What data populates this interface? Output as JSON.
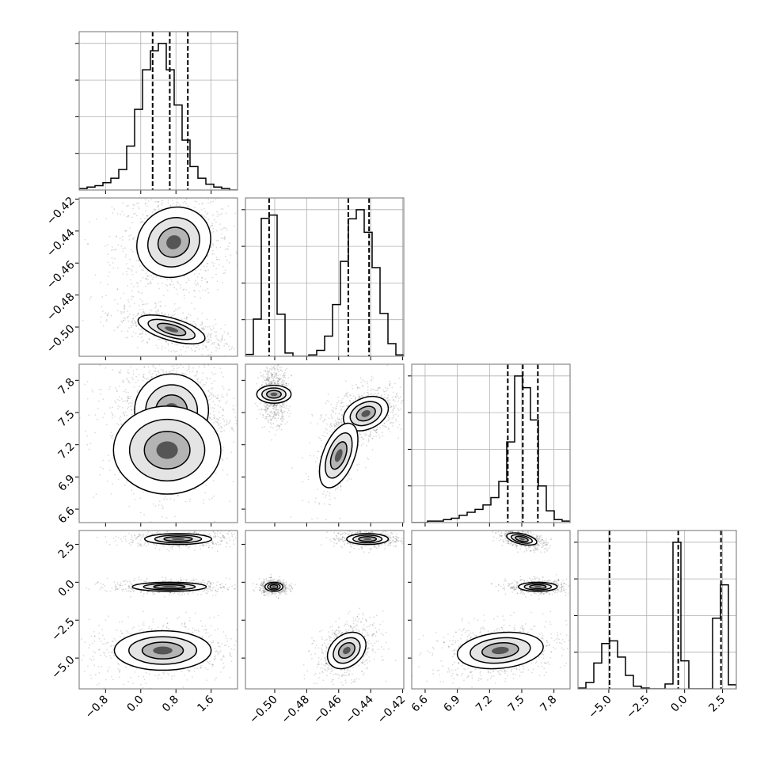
{
  "chart_data": {
    "type": "corner",
    "params": [
      {
        "range": [
          -1.4,
          2.2
        ],
        "ticks": [
          -0.8,
          0.0,
          0.8,
          1.6
        ],
        "tick_labels": [
          "−0.8",
          "0.0",
          "0.8",
          "1.6"
        ]
      },
      {
        "range": [
          -0.5183,
          -0.4193
        ],
        "ticks": [
          -0.5,
          -0.48,
          -0.46,
          -0.44,
          -0.42
        ],
        "tick_labels": [
          "−0.50",
          "−0.48",
          "−0.46",
          "−0.44",
          "−0.42"
        ]
      },
      {
        "range": [
          6.475,
          7.95
        ],
        "ticks": [
          6.6,
          6.9,
          7.2,
          7.5,
          7.8
        ],
        "tick_labels": [
          "6.6",
          "6.9",
          "7.2",
          "7.5",
          "7.8"
        ]
      },
      {
        "range": [
          -7.03,
          3.41
        ],
        "ticks": [
          -5.0,
          -2.5,
          0.0,
          2.5
        ],
        "tick_labels": [
          "−5.0",
          "−2.5",
          "0.0",
          "2.5"
        ]
      }
    ],
    "histograms": [
      {
        "counts": [
          1,
          2,
          3,
          5,
          8,
          14,
          30,
          55,
          82,
          95,
          100,
          82,
          58,
          34,
          16,
          8,
          4,
          2,
          1,
          0
        ],
        "quantiles": [
          0.27,
          0.66,
          1.07
        ]
      },
      {
        "counts": [
          7,
          138,
          512,
          524,
          156,
          12,
          0,
          0,
          5,
          22,
          75,
          192,
          352,
          510,
          544,
          460,
          329,
          159,
          47,
          5
        ],
        "quantiles": [
          -0.5035,
          -0.454,
          -0.441
        ]
      },
      {
        "counts": [
          0,
          0,
          1,
          1,
          2,
          3,
          5,
          7,
          9,
          12,
          17,
          28,
          55,
          100,
          92,
          70,
          25,
          8,
          2,
          1
        ],
        "quantiles": [
          7.37,
          7.51,
          7.65
        ]
      },
      {
        "counts": [
          3,
          24,
          96,
          168,
          178,
          118,
          50,
          10,
          3,
          0,
          0,
          18,
          544,
          104,
          0,
          0,
          0,
          262,
          386,
          15
        ],
        "quantiles": [
          -4.95,
          -0.42,
          2.4
        ]
      }
    ],
    "pairs": [
      {
        "x": 0,
        "y": 1,
        "clusters": [
          {
            "cx": 0.75,
            "cy": -0.447,
            "sx": 0.42,
            "sy": 0.011,
            "rho": 0.1,
            "w": 0.6
          },
          {
            "cx": 0.7,
            "cy": -0.5015,
            "sx": 0.38,
            "sy": 0.0045,
            "rho": -0.6,
            "w": 0.4
          }
        ]
      },
      {
        "x": 0,
        "y": 2,
        "clusters": [
          {
            "cx": 0.7,
            "cy": 7.52,
            "sx": 0.42,
            "sy": 0.17,
            "rho": 0.0,
            "w": 0.75
          },
          {
            "cx": 0.6,
            "cy": 7.15,
            "sx": 0.5,
            "sy": 0.25,
            "rho": 0.0,
            "w": 0.25
          }
        ]
      },
      {
        "x": 1,
        "y": 2,
        "clusters": [
          {
            "cx": -0.5005,
            "cy": 7.67,
            "sx": 0.0028,
            "sy": 0.08,
            "rho": 0.0,
            "w": 0.4
          },
          {
            "cx": -0.443,
            "cy": 7.49,
            "sx": 0.007,
            "sy": 0.08,
            "rho": 0.3,
            "w": 0.45
          },
          {
            "cx": -0.46,
            "cy": 7.1,
            "sx": 0.006,
            "sy": 0.15,
            "rho": 0.5,
            "w": 0.15
          }
        ]
      },
      {
        "x": 0,
        "y": 3,
        "clusters": [
          {
            "cx": 0.85,
            "cy": 2.85,
            "sx": 0.38,
            "sy": 0.18,
            "rho": 0.0,
            "w": 0.3
          },
          {
            "cx": 0.65,
            "cy": -0.3,
            "sx": 0.42,
            "sy": 0.15,
            "rho": 0.0,
            "w": 0.3
          },
          {
            "cx": 0.5,
            "cy": -4.5,
            "sx": 0.55,
            "sy": 0.65,
            "rho": 0.0,
            "w": 0.4
          }
        ]
      },
      {
        "x": 1,
        "y": 3,
        "clusters": [
          {
            "cx": -0.442,
            "cy": 2.85,
            "sx": 0.0065,
            "sy": 0.18,
            "rho": 0.0,
            "w": 0.3
          },
          {
            "cx": -0.5005,
            "cy": -0.3,
            "sx": 0.0028,
            "sy": 0.15,
            "rho": 0.0,
            "w": 0.3
          },
          {
            "cx": -0.455,
            "cy": -4.5,
            "sx": 0.006,
            "sy": 0.6,
            "rho": 0.3,
            "w": 0.4
          }
        ]
      },
      {
        "x": 2,
        "y": 3,
        "clusters": [
          {
            "cx": 7.5,
            "cy": 2.85,
            "sx": 0.07,
            "sy": 0.2,
            "rho": -0.5,
            "w": 0.3
          },
          {
            "cx": 7.65,
            "cy": -0.3,
            "sx": 0.09,
            "sy": 0.15,
            "rho": 0.0,
            "w": 0.3
          },
          {
            "cx": 7.3,
            "cy": -4.5,
            "sx": 0.2,
            "sy": 0.6,
            "rho": 0.2,
            "w": 0.4
          }
        ]
      }
    ],
    "grid": true,
    "xlabel": "",
    "ylabel": "",
    "title": ""
  }
}
